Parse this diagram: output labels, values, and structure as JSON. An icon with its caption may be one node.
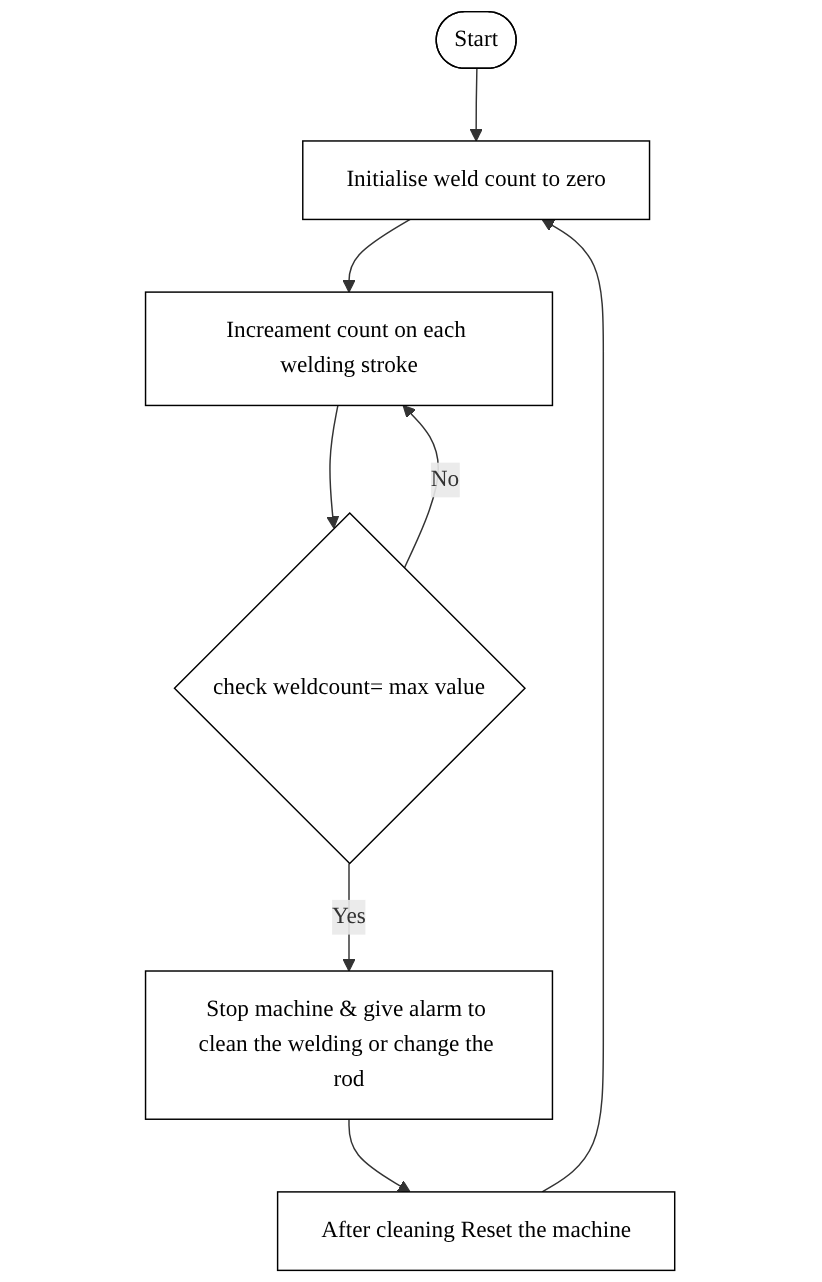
{
  "diagram": {
    "nodes": [
      {
        "text": [
          "Start"
        ]
      },
      {
        "text": [
          "Initialise weld count to zero"
        ]
      },
      {
        "text": [
          "Increament count on each welding stroke"
        ]
      },
      {
        "text": [
          "check weldcount= max value"
        ]
      },
      {
        "text": [
          "Stop machine & give alarm to clean the welding or change the rod"
        ]
      },
      {
        "text": [
          "After cleaning Reset the machine"
        ]
      }
    ],
    "edges": [
      {
        "from": 0,
        "to": 1,
        "arrow": "to"
      },
      {
        "from": 1,
        "to": 2,
        "arrow": "to"
      },
      {
        "from": 2,
        "to": 3,
        "arrow": "to"
      },
      {
        "from": 3,
        "to": 2,
        "arrow": "to",
        "label": "No"
      },
      {
        "from": 3,
        "to": 4,
        "arrow": "to",
        "label": "Yes"
      },
      {
        "from": 4,
        "to": 5,
        "arrow": "to"
      },
      {
        "from": 5,
        "to": 1,
        "arrow": "to"
      }
    ]
  }
}
